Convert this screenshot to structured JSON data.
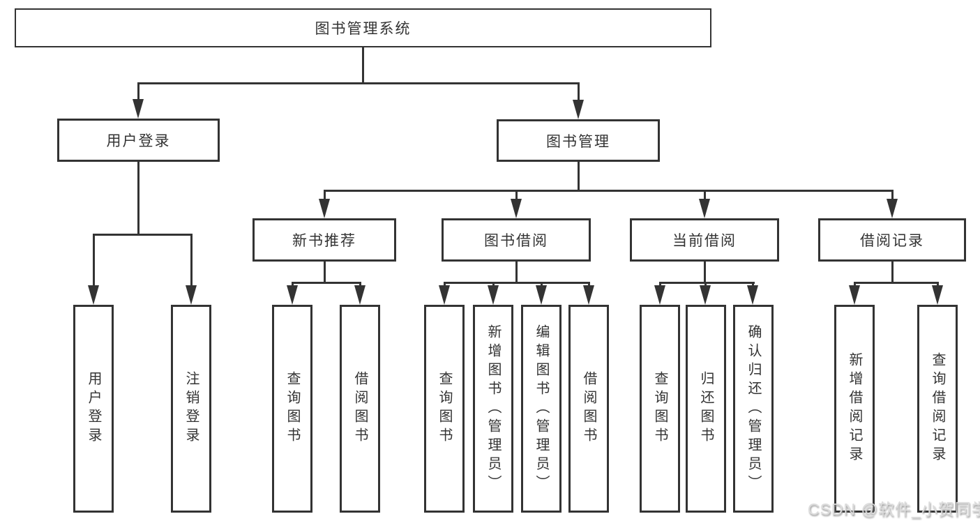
{
  "page": {
    "background": "#ffffff"
  },
  "diagram": {
    "type": "tree",
    "style": {
      "line_color": "#333333",
      "box_border_color": "#333333",
      "box_background": "#ffffff",
      "text_color": "#333333",
      "arrowhead": "solid-triangle-down"
    },
    "root": {
      "label": "图书管理系统",
      "children": [
        {
          "label": "用户登录",
          "children": [
            {
              "label": "用户登录"
            },
            {
              "label": "注销登录"
            }
          ]
        },
        {
          "label": "图书管理",
          "children": [
            {
              "label": "新书推荐",
              "children": [
                {
                  "label": "查询图书"
                },
                {
                  "label": "借阅图书"
                }
              ]
            },
            {
              "label": "图书借阅",
              "children": [
                {
                  "label": "查询图书"
                },
                {
                  "label": "新增图书（管理员）"
                },
                {
                  "label": "编辑图书（管理员）"
                },
                {
                  "label": "借阅图书"
                }
              ]
            },
            {
              "label": "当前借阅",
              "children": [
                {
                  "label": "查询图书"
                },
                {
                  "label": "归还图书"
                },
                {
                  "label": "确认归还（管理员）"
                }
              ]
            },
            {
              "label": "借阅记录",
              "children": [
                {
                  "label": "新增借阅记录"
                },
                {
                  "label": "查询借阅记录"
                }
              ]
            }
          ]
        }
      ]
    }
  },
  "watermark": {
    "text": "CSDN @软件_小贺同学",
    "color": "#dcdcdc"
  }
}
